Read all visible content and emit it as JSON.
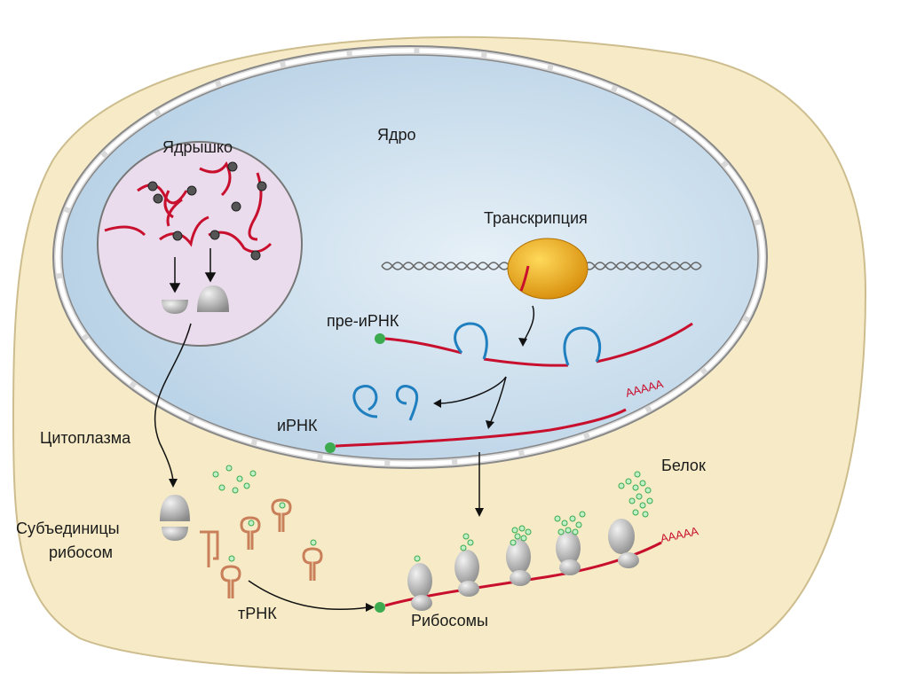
{
  "labels": {
    "nucleolus": "Ядрышко",
    "nucleus": "Ядро",
    "transcription": "Транскрипция",
    "pre_mrna": "пре-иРНК",
    "mrna": "иРНК",
    "poly_a_nucleus": "AAAAA",
    "cytoplasm": "Цитоплазма",
    "protein": "Белок",
    "subunits_line1": "Субъединицы",
    "subunits_line2": "рибосом",
    "trna": "тРНК",
    "ribosomes": "Рибосомы",
    "poly_a_cytoplasm": "AAAAA"
  },
  "colors": {
    "cytoplasm": "#f6ebc6",
    "nucleus": "#d3e3ef",
    "nucleolus": "#eadcec",
    "rna": "#c8102e",
    "intron": "#1f7fbf",
    "polymerase": "#e8a317",
    "trna": "#c9805a",
    "amino_acid": "#5cc07a",
    "ribosome": "#a9a9a9"
  }
}
